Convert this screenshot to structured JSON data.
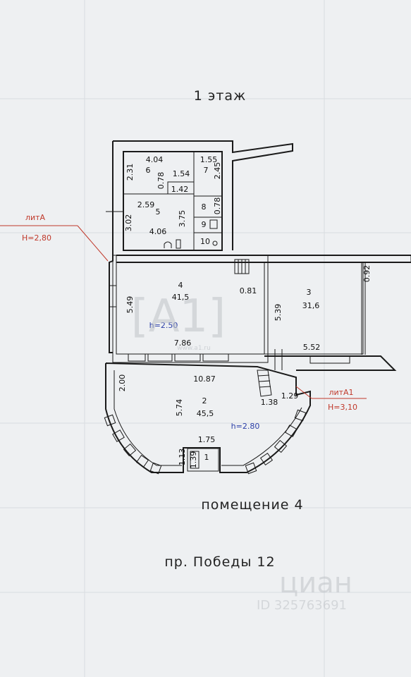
{
  "title": "1 этаж",
  "room_label": "помещение 4",
  "address": "пр. Победы 12",
  "annotations": {
    "litA": "литА",
    "litA_h": "H=2,80",
    "litA1": "литА1",
    "litA1_h": "H=3,10",
    "h250": "h=2.50",
    "h280": "h=2.80"
  },
  "rooms": [
    {
      "num": "1"
    },
    {
      "num": "2",
      "area": "45,5"
    },
    {
      "num": "3",
      "area": "31,6"
    },
    {
      "num": "4",
      "area": "41,5"
    },
    {
      "num": "5"
    },
    {
      "num": "6"
    },
    {
      "num": "7"
    },
    {
      "num": "8"
    },
    {
      "num": "9"
    },
    {
      "num": "10"
    }
  ],
  "dims": {
    "d404": "4.04",
    "d231": "2.31",
    "d078a": "0.78",
    "d154": "1.54",
    "d155": "1.55",
    "d245": "2.45",
    "d142": "1.42",
    "d259": "2.59",
    "d302": "3.02",
    "d375": "3.75",
    "d406": "4.06",
    "d078b": "0.78",
    "d549": "5.49",
    "d081": "0.81",
    "d786": "7.86",
    "d539": "5.39",
    "d552": "5.52",
    "d092": "0.92",
    "d200": "2.00",
    "d1087": "10.87",
    "d574": "5.74",
    "d138": "1.38",
    "d129": "1.29",
    "d175": "1.75",
    "d113": "1.13",
    "d139": "1.39"
  },
  "watermark": {
    "logo": "[А1]",
    "site": "www.a1.ru",
    "brand": "циан",
    "id": "ID 325763691"
  }
}
